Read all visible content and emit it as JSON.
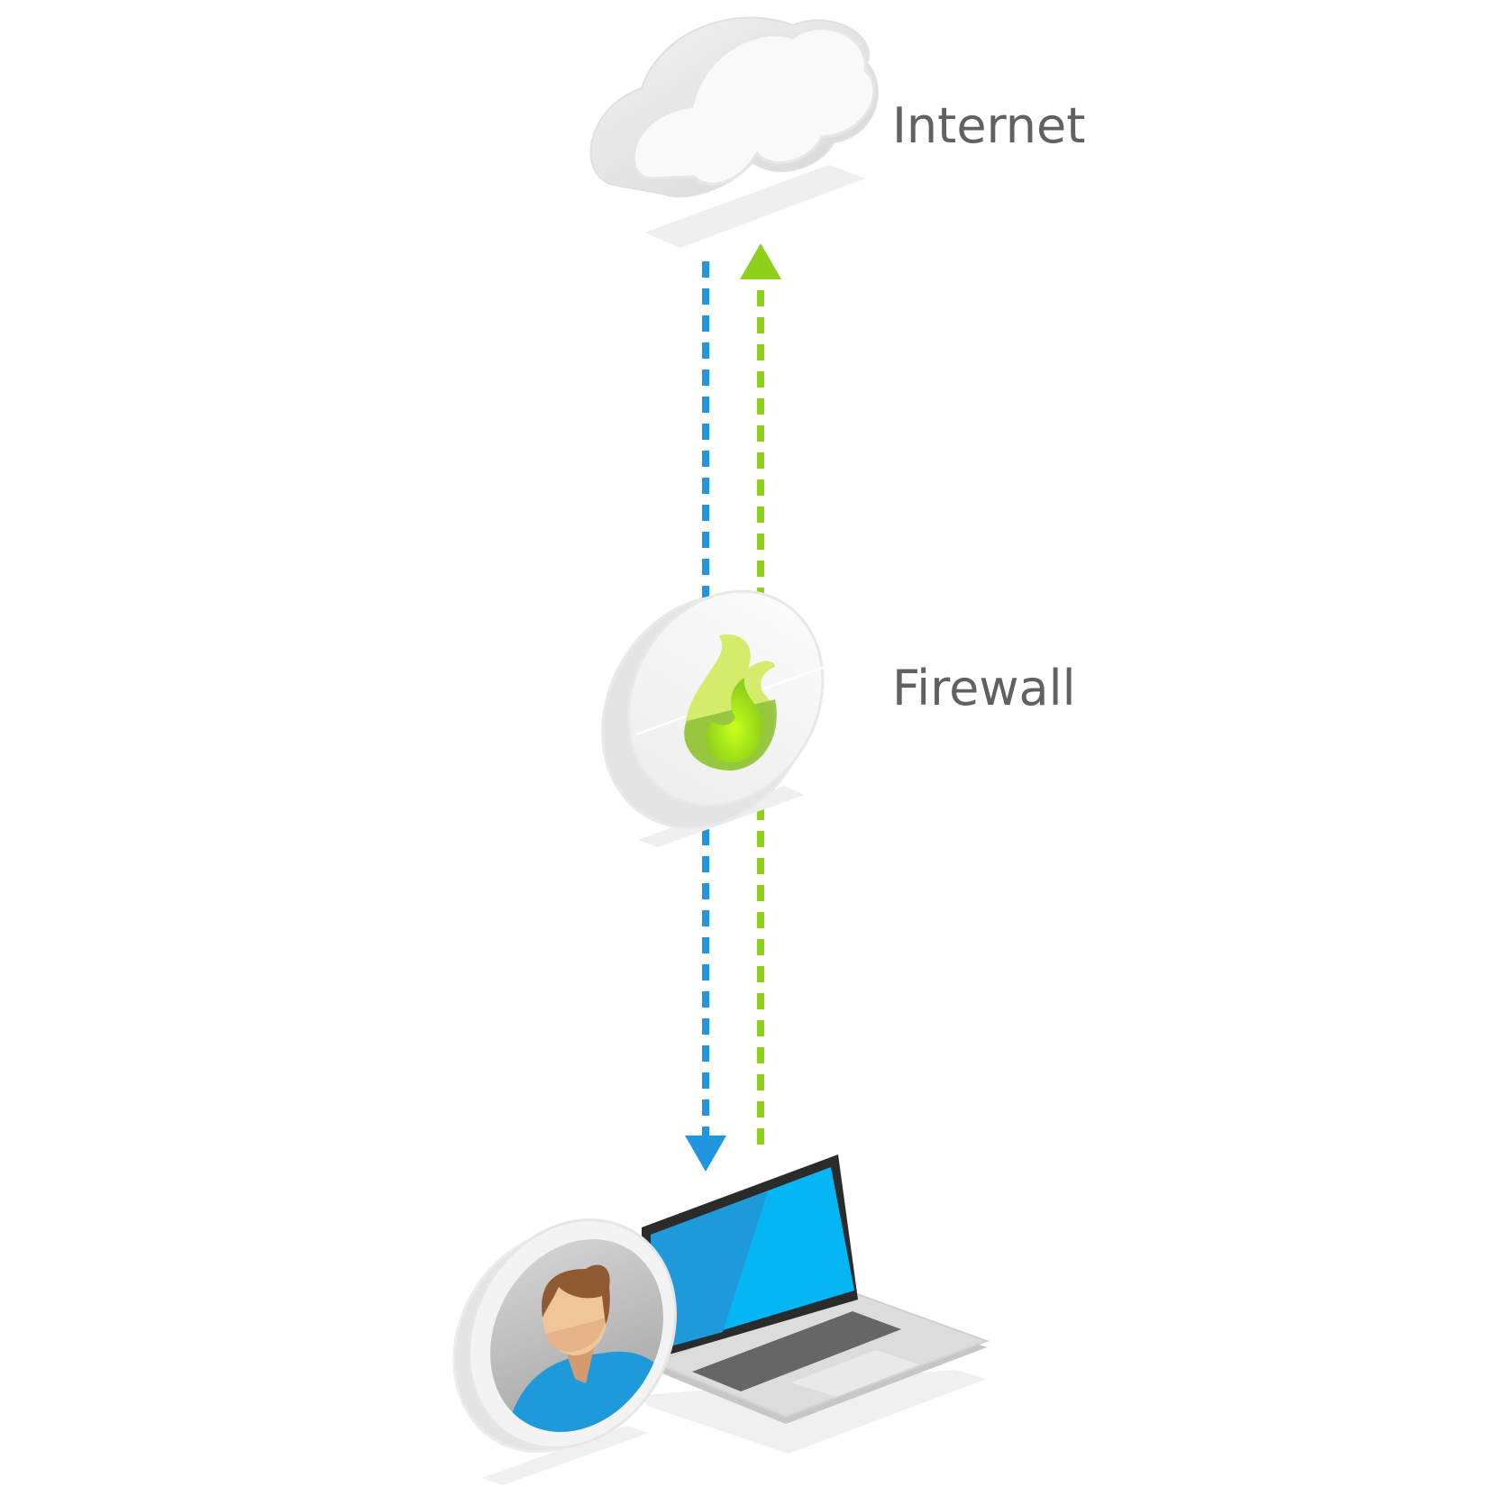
{
  "nodes": {
    "internet": {
      "label": "Internet",
      "icon": "cloud-icon"
    },
    "firewall": {
      "label": "Firewall",
      "icon": "flame-icon"
    },
    "client": {
      "icon": "laptop-icon",
      "user_icon": "user-avatar-icon"
    }
  },
  "flows": [
    {
      "name": "",
      "direction": "down",
      "from": "internet",
      "to": "client",
      "style": "dashed",
      "color": "#2196e0"
    },
    {
      "name": "",
      "direction": "up",
      "from": "client",
      "to": "internet",
      "style": "dashed",
      "color": "#8fd11a"
    }
  ],
  "colors": {
    "label_text": "#616161",
    "inbound_flow": "#2196e0",
    "outbound_flow": "#8fd11a",
    "laptop_screen": "#05b6f5",
    "laptop_screen_dark": "#1e9adb",
    "flame_light": "#d4ec6a",
    "flame_mid": "#8cbf37",
    "flame_core": "#b7f21c"
  }
}
